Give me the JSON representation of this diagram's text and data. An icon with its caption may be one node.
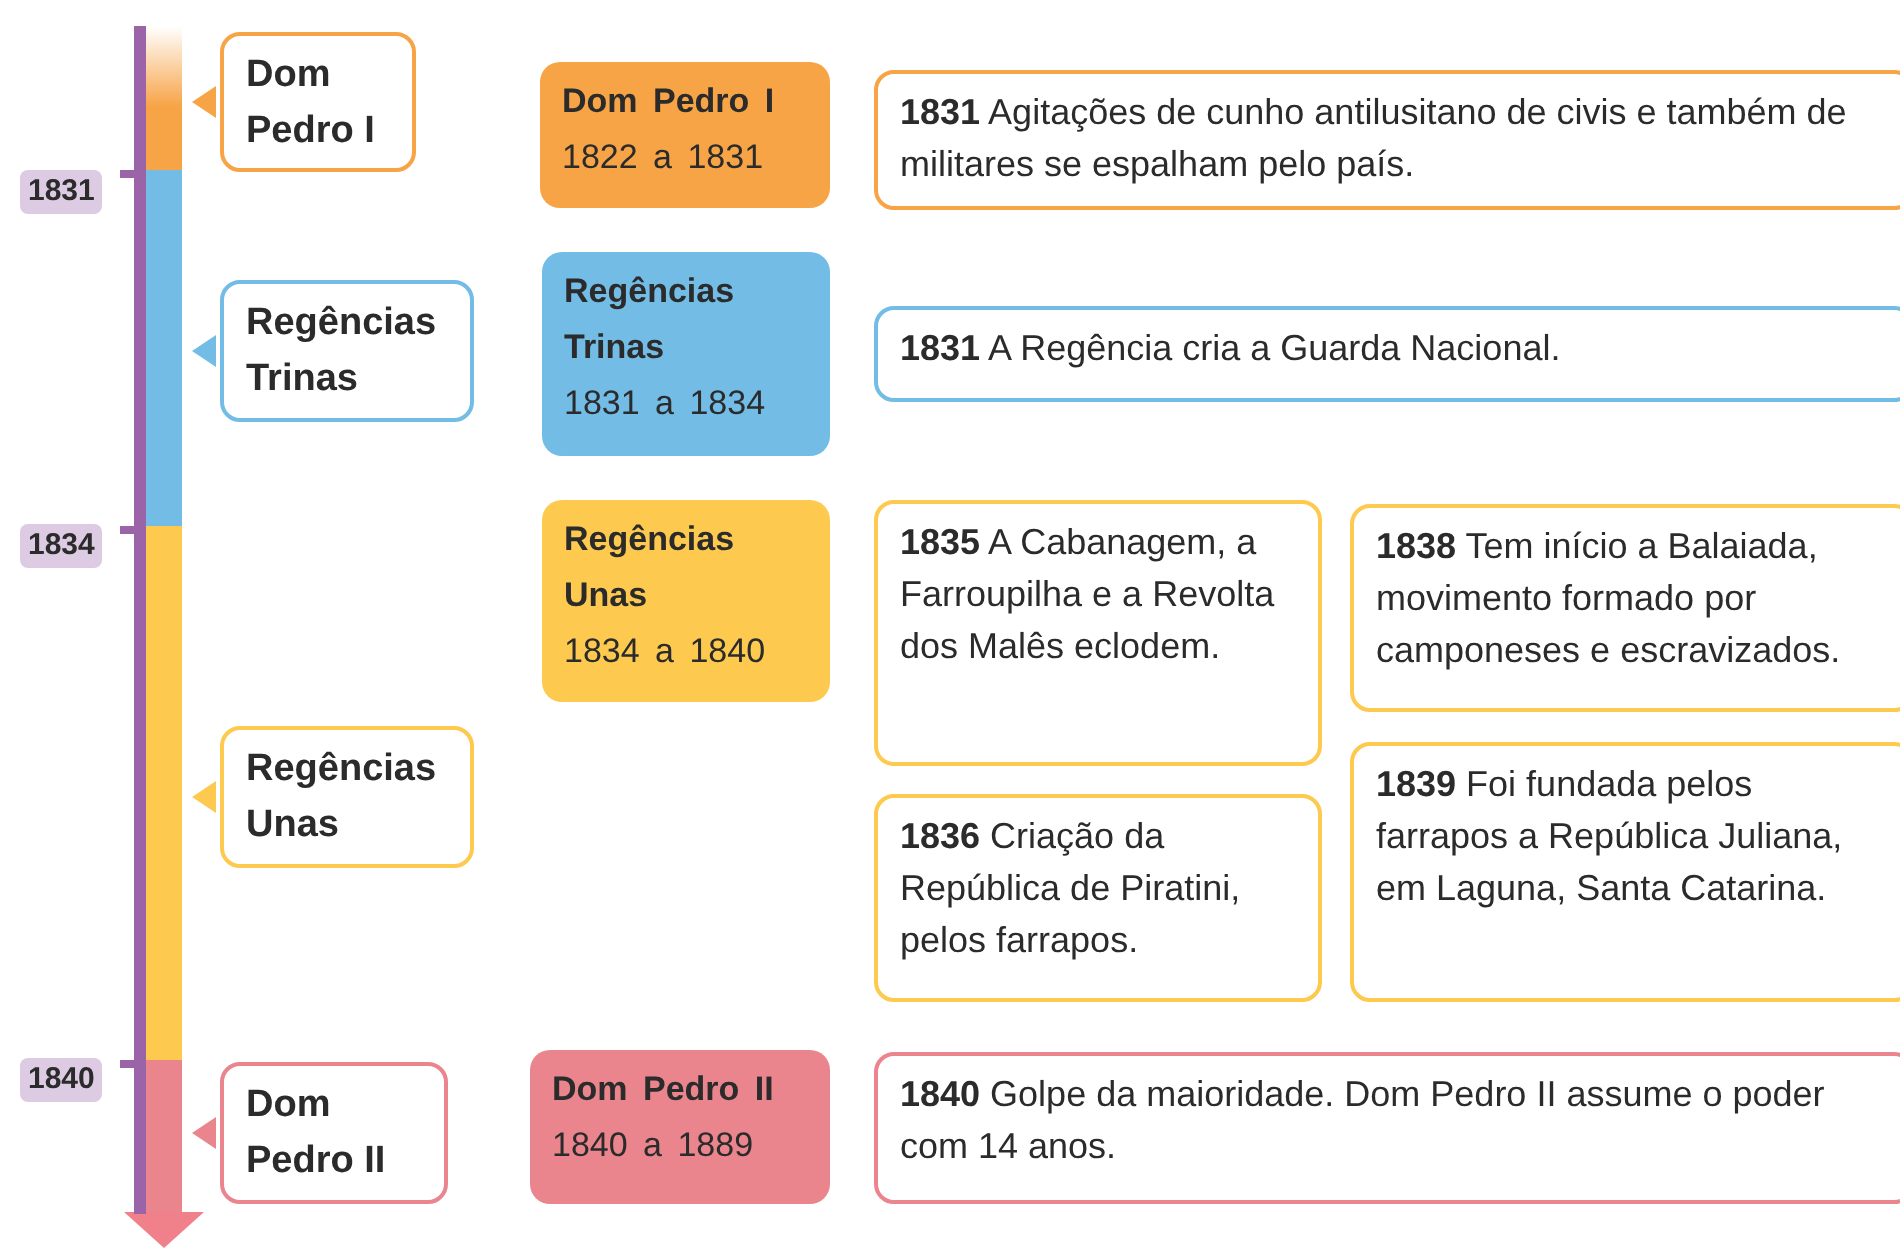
{
  "diagram": {
    "nodes": [
      {
        "text": [
          "Dom Pedro I"
        ]
      },
      {
        "text": [
          "Dom Pedro I",
          "1822 a 1831"
        ]
      },
      {
        "text": [
          "**1831** Agitações de cunho antilusitano de civis e também de militares se espalham pelo país."
        ]
      },
      {
        "text": [
          "Regências Trinas"
        ]
      },
      {
        "text": [
          "Regências Trinas",
          "1831 a 1834"
        ]
      },
      {
        "text": [
          "**1831** A Regência cria a Guarda Nacional."
        ]
      },
      {
        "text": [
          "Regências Unas",
          "1834 a 1840"
        ]
      },
      {
        "text": [
          "**1835** A Cabanagem, a Farroupilha e a Revolta dos Malês eclodem."
        ]
      },
      {
        "text": [
          "**1838** Tem início a Balaiada, movimento formado por camponeses e escravizados."
        ]
      },
      {
        "text": [
          "Regências Unas"
        ]
      },
      {
        "text": [
          "**1836** Criação da República de Piratini, pelos farrapos."
        ]
      },
      {
        "text": [
          "**1839** Foi fundada pelos farrapos a República Juliana, em Laguna, Santa Catarina."
        ]
      },
      {
        "text": [
          "Dom Pedro II"
        ]
      },
      {
        "text": [
          "Dom Pedro II",
          "1840 a 1889"
        ]
      },
      {
        "text": [
          "**1840** Golpe da maioridade. Dom Pedro II assume o poder com 14 anos."
        ]
      }
    ],
    "labels": [
      "1831",
      "1834",
      "1840"
    ]
  }
}
